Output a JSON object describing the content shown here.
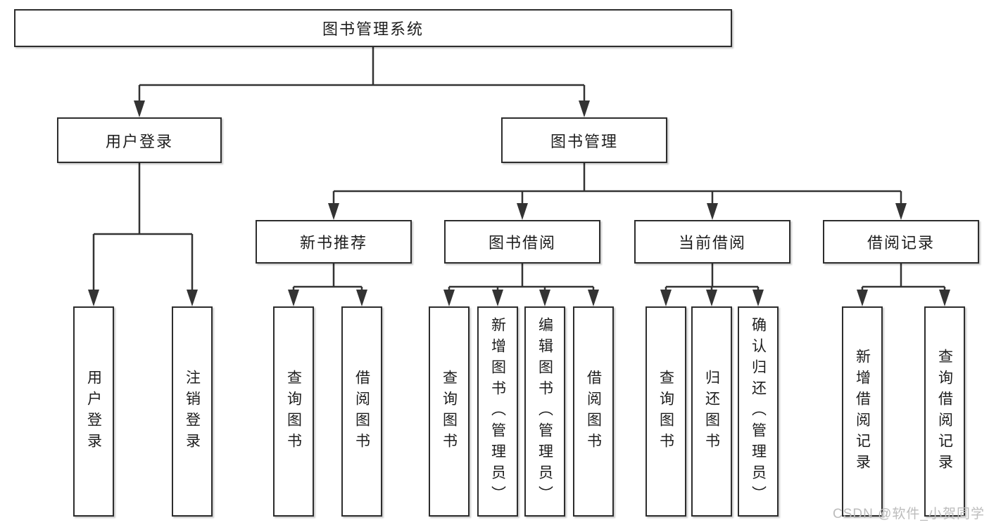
{
  "diagram": {
    "root": {
      "label": "图书管理系统"
    },
    "level2": [
      {
        "label": "用户登录"
      },
      {
        "label": "图书管理"
      }
    ],
    "level3": [
      {
        "label": "新书推荐"
      },
      {
        "label": "图书借阅"
      },
      {
        "label": "当前借阅"
      },
      {
        "label": "借阅记录"
      }
    ],
    "leaves": {
      "user_login": [
        {
          "label": "用户登录"
        },
        {
          "label": "注销登录"
        }
      ],
      "new_book_recommendation": [
        {
          "label": "查询图书"
        },
        {
          "label": "借阅图书"
        }
      ],
      "book_borrowing": [
        {
          "label": "查询图书"
        },
        {
          "label": "新增图书（管理员）"
        },
        {
          "label": "编辑图书（管理员）"
        },
        {
          "label": "借阅图书"
        }
      ],
      "current_borrowing": [
        {
          "label": "查询图书"
        },
        {
          "label": "归还图书"
        },
        {
          "label": "确认归还（管理员）"
        }
      ],
      "borrowing_records": [
        {
          "label": "新增借阅记录"
        },
        {
          "label": "查询借阅记录"
        }
      ]
    },
    "watermark": "CSDN @软件_小贺同学",
    "colors": {
      "line": "#333333",
      "box_border": "#2d2d2d",
      "box_fill": "#ffffff",
      "text": "#1d1d1d",
      "watermark": "#bcbcbc",
      "background": "#ffffff"
    }
  }
}
